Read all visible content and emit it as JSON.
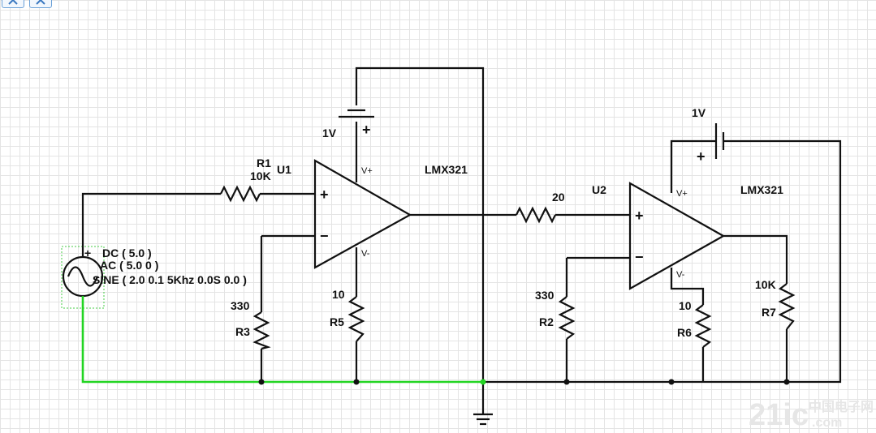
{
  "toolbar": {
    "buttons": [
      "undo-icon",
      "redo-icon"
    ]
  },
  "source": {
    "dc_line": "DC ( 5.0 )",
    "ac_line": "AC ( 5.0 0 )",
    "sine_line": "SINE ( 2.0 0.1 5Khz 0.0S 0.0 )",
    "plus": "+"
  },
  "resistors": {
    "r1": {
      "name": "R1",
      "value": "10K"
    },
    "r3": {
      "name": "R3",
      "value": "330"
    },
    "r5": {
      "name": "R5",
      "value": "10"
    },
    "r_mid": {
      "value": "20"
    },
    "r2": {
      "name": "R2",
      "value": "330"
    },
    "r6": {
      "name": "R6",
      "value": "10"
    },
    "r7": {
      "name": "R7",
      "value": "10K"
    }
  },
  "opamps": {
    "u1": {
      "name": "U1",
      "part": "LMX321",
      "vplus": "V+",
      "vminus": "V-",
      "in_plus": "+",
      "in_minus": "−"
    },
    "u2": {
      "name": "U2",
      "part": "LMX321",
      "vplus": "V+",
      "vminus": "V-",
      "in_plus": "+",
      "in_minus": "−"
    }
  },
  "batteries": {
    "b1": {
      "value": "1V",
      "plus": "+"
    },
    "b2": {
      "value": "1V",
      "plus": "+"
    }
  },
  "watermark": {
    "main": "21ic",
    "cn": "中国电子网",
    "url": ".com"
  },
  "colors": {
    "wire": "#111111",
    "ground_wire": "#22d522",
    "grid": "#e4e4e4",
    "selection": "#44cc44"
  }
}
